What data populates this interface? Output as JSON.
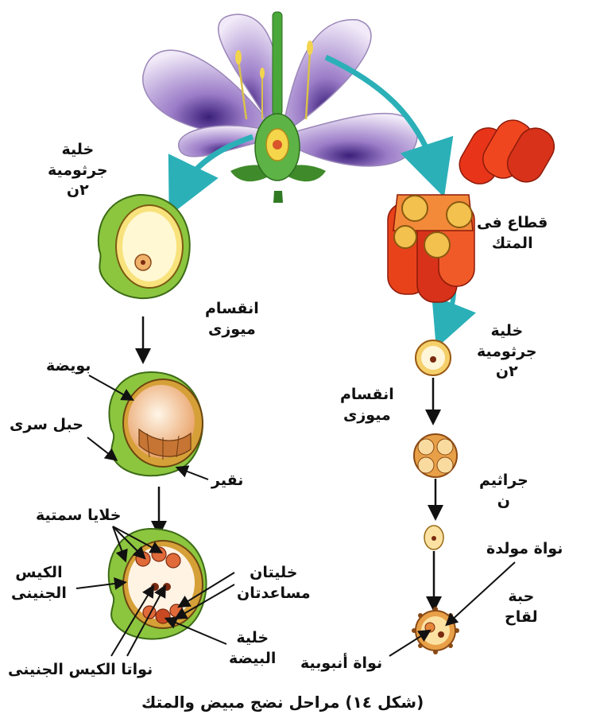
{
  "labels": {
    "ovule_germ_cell": [
      "خلية",
      "جرثومية",
      "٢ن"
    ],
    "anther_section": [
      "قطاع فى",
      "المتك"
    ],
    "meiosis_left": [
      "انقسام",
      "ميوزى"
    ],
    "anther_germ_cell": [
      "خلية",
      "جرثومية",
      "٢ن"
    ],
    "ovule": "بويضة",
    "funicle": "حبل سرى",
    "meiosis_right": [
      "انقسام",
      "ميوزى"
    ],
    "micropyle": "نقير",
    "microspores": [
      "جراثيم",
      "ن"
    ],
    "antipodal_cells": "خلايا سمتية",
    "generative_nucleus": "نواة مولدة",
    "embryo_sac": [
      "الكيس",
      "الجنينى"
    ],
    "synergids": [
      "خليتان",
      "مساعدتان"
    ],
    "pollen_grain": [
      "حبة",
      "لقاح"
    ],
    "egg_cell": [
      "خلية",
      "البيضة"
    ],
    "polar_nuclei": "نواتا الكيس الجنينى",
    "tube_nucleus": "نواة أنبوبية"
  },
  "caption": "(شكل ١٤) مراحل نضج  مبيض والمتك",
  "colors": {
    "arrow_teal": "#2bb0b8",
    "ovule_green": "#8cc63f",
    "anther_red": "#e0401a",
    "pollen_yellow": "#f2c14e",
    "petal_purple": "#b48fd0"
  }
}
